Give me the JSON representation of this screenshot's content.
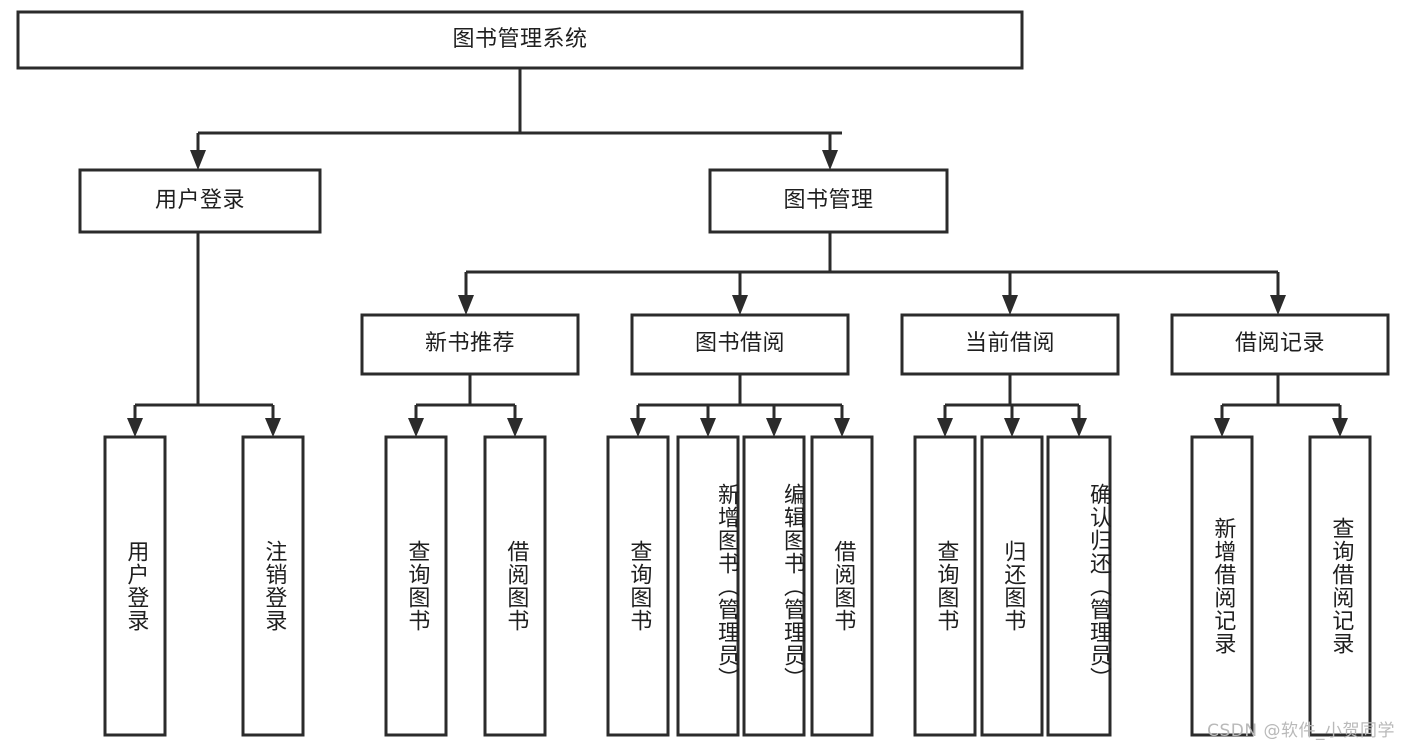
{
  "diagram": {
    "type": "tree",
    "title_node": "图书管理系统",
    "watermark": "CSDN @软件_小贺同学",
    "colors": {
      "stroke": "#2b2b2b",
      "node_fill": "#ffffff",
      "text": "#1f1f1f",
      "background": "#ffffff",
      "watermark": "#b9b9b9"
    },
    "nodes": {
      "root": {
        "label": "图书管理系统"
      },
      "level2": [
        {
          "id": "user-login",
          "label": "用户登录"
        },
        {
          "id": "book-manage",
          "label": "图书管理"
        }
      ],
      "level3": [
        {
          "id": "new-book-recommend",
          "label": "新书推荐"
        },
        {
          "id": "book-borrow",
          "label": "图书借阅"
        },
        {
          "id": "current-borrow",
          "label": "当前借阅"
        },
        {
          "id": "borrow-record",
          "label": "借阅记录"
        }
      ],
      "leaves": {
        "user_login": [
          {
            "id": "leaf-user-login",
            "label": "用户登录"
          },
          {
            "id": "leaf-logout",
            "label": "注销登录"
          }
        ],
        "new_book_recommend": [
          {
            "id": "leaf-query-book-1",
            "label": "查询图书"
          },
          {
            "id": "leaf-borrow-book-1",
            "label": "借阅图书"
          }
        ],
        "book_borrow": [
          {
            "id": "leaf-query-book-2",
            "label": "查询图书"
          },
          {
            "id": "leaf-add-book",
            "label": "新增图书（管理员）"
          },
          {
            "id": "leaf-edit-book",
            "label": "编辑图书（管理员）"
          },
          {
            "id": "leaf-borrow-book-2",
            "label": "借阅图书"
          }
        ],
        "current_borrow": [
          {
            "id": "leaf-query-book-3",
            "label": "查询图书"
          },
          {
            "id": "leaf-return-book",
            "label": "归还图书"
          },
          {
            "id": "leaf-confirm-return",
            "label": "确认归还（管理员）"
          }
        ],
        "borrow_record": [
          {
            "id": "leaf-add-record",
            "label": "新增借阅记录"
          },
          {
            "id": "leaf-query-record",
            "label": "查询借阅记录"
          }
        ]
      }
    }
  }
}
